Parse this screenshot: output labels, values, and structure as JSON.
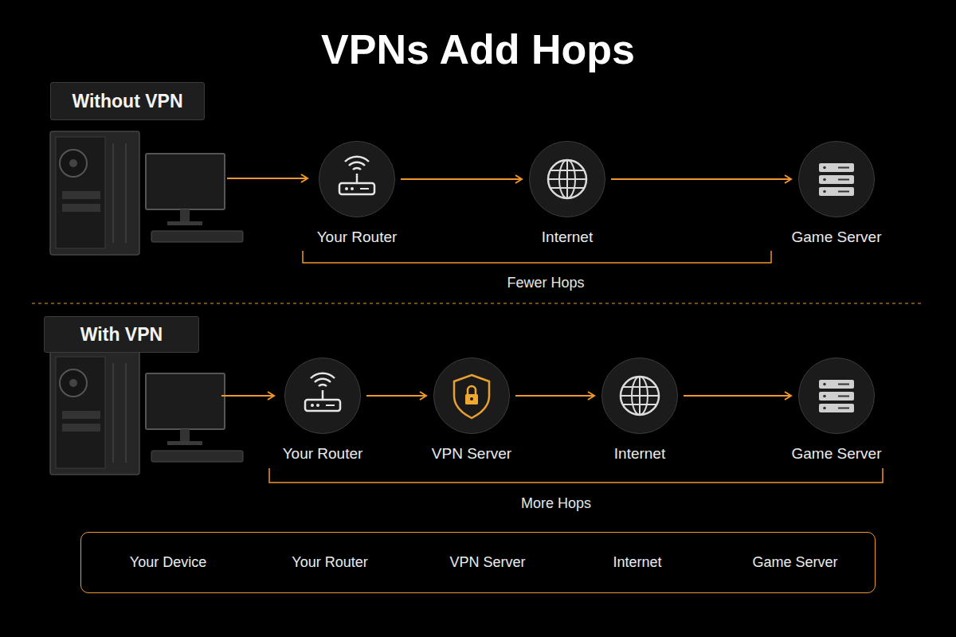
{
  "diagram": {
    "title": "VPNs Add Hops",
    "nodes": [
      {
        "text": [
          "Without VPN"
        ]
      },
      {
        "text": [
          "Your Router"
        ]
      },
      {
        "text": [
          "Internet"
        ]
      },
      {
        "text": [
          "Game Server"
        ]
      },
      {
        "text": [
          "With VPN"
        ]
      },
      {
        "text": [
          "Your Router"
        ]
      },
      {
        "text": [
          "VPN Server"
        ]
      },
      {
        "text": [
          "Internet"
        ]
      },
      {
        "text": [
          "Game Server"
        ]
      },
      {
        "text": [
          "Your Device",
          "Your Router",
          "VPN Server",
          "Internet",
          "Game Server"
        ]
      }
    ],
    "edges": [
      {
        "from": 1,
        "to": 2,
        "arrow": "to"
      },
      {
        "from": 2,
        "to": 3,
        "arrow": "to"
      },
      {
        "from": 5,
        "to": 6,
        "arrow": "to"
      },
      {
        "from": 6,
        "to": 7,
        "arrow": "to"
      },
      {
        "from": 7,
        "to": 8,
        "arrow": "to"
      }
    ],
    "labels": [
      "Fewer Hops",
      "More Hops"
    ]
  }
}
